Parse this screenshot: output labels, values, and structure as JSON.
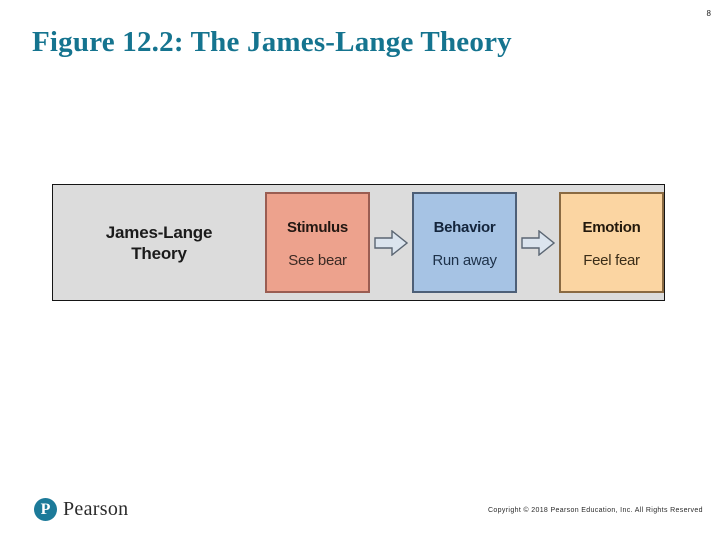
{
  "slide": {
    "number": "8",
    "title": "Figure 12.2: The James-Lange Theory",
    "title_color": "#15748f",
    "background_color": "#ffffff"
  },
  "figure": {
    "panel_background": "#dcdcdc",
    "panel_border_color": "#151515",
    "theory_label": {
      "line1": "James-Lange",
      "line2": "Theory"
    },
    "arrow_icon_name": "right-block-arrow-icon",
    "arrow_fill": "#dbe4ee",
    "arrow_stroke": "#5a6572",
    "stages": [
      {
        "title": "Stimulus",
        "subtitle": "See bear",
        "fill": "#eda28d",
        "border": "#9a5d52"
      },
      {
        "title": "Behavior",
        "subtitle": "Run away",
        "fill": "#a6c3e4",
        "border": "#4d5f77"
      },
      {
        "title": "Emotion",
        "subtitle": "Feel fear",
        "fill": "#fbd5a2",
        "border": "#8a6a42"
      }
    ]
  },
  "footer": {
    "logo": {
      "mark_letter": "P",
      "wordmark": "Pearson",
      "mark_color": "#1c7a99"
    },
    "copyright": "Copyright © 2018 Pearson Education, Inc. All Rights Reserved"
  }
}
